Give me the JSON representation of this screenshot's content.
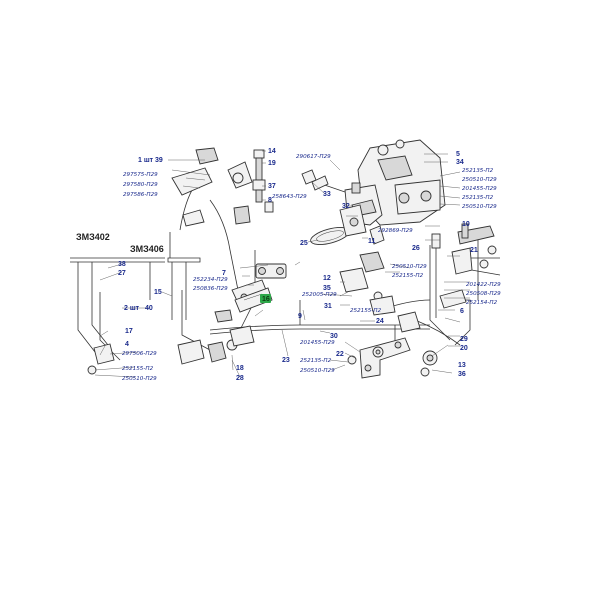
{
  "models": [
    "ЗМЗ402",
    "ЗМЗ406"
  ],
  "highlight_color": "#2ea84a",
  "callout_color": "#1a2a8c",
  "callouts": {
    "c1": "1 шт",
    "c2": "2 шт",
    "c4": "4",
    "c5": "5",
    "c6": "6",
    "c7": "7",
    "c8": "8",
    "c9": "9",
    "c10": "10",
    "c11": "11",
    "c12": "12",
    "c13": "13",
    "c14": "14",
    "c15": "15",
    "c16": "16",
    "c17": "17",
    "c18": "18",
    "c19": "19",
    "c20": "20",
    "c21": "21",
    "c22": "22",
    "c23": "23",
    "c24": "24",
    "c25": "25",
    "c26": "26",
    "c27": "27",
    "c28": "28",
    "c29": "29",
    "c30": "30",
    "c31": "31",
    "c32": "32",
    "c33": "33",
    "c34": "34",
    "c35": "35",
    "c36": "36",
    "c37": "37",
    "c38": "38",
    "c39": "39",
    "c40": "40"
  },
  "part_codes": {
    "p1": "297575-П29",
    "p2": "297580-П29",
    "p3": "297586-П29",
    "p4": "290617-П29",
    "p5": "258643-П29",
    "p6": "252135-П2",
    "p7": "250510-П29",
    "p8": "201455-П29",
    "p9": "252135-П2",
    "p10": "250510-П29",
    "p11": "292869-П29",
    "p12": "250510-П29",
    "p13": "252155-П2",
    "p14": "252234-П29",
    "p15": "250836-П29",
    "p16": "252005-П29",
    "p17": "252155-П2",
    "p18": "201422-П29",
    "p19": "250508-П29",
    "p20": "252154-П2",
    "p21": "297506-П29",
    "p22": "252155-П2",
    "p23": "250510-П29",
    "p24": "201455-П29",
    "p25": "252135-П2",
    "p26": "250510-П29"
  }
}
